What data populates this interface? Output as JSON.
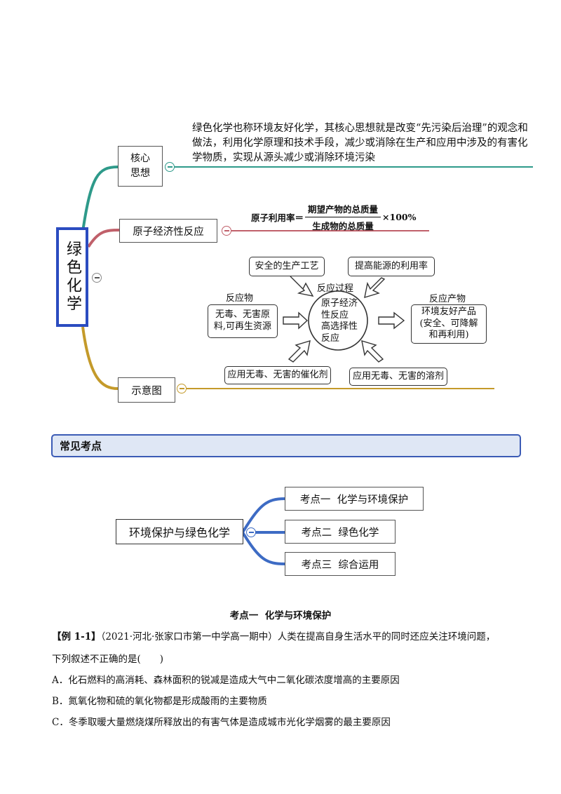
{
  "colors": {
    "teal": "#2e9a8a",
    "rose": "#c0606a",
    "gold": "#c49a2a",
    "blue": "#3d6bc4",
    "root_border": "#2b4cc0",
    "banner_bg": "#dfe7f5",
    "banner_border": "#3b5bb5"
  },
  "mindmap1": {
    "root": "绿色化学",
    "branch_core": "核心\n思想",
    "core_text": "绿色化学也称环境友好化学，其核心思想就是改变“先污染后治理”的观念和做法，利用化学原理和技术手段，减少或消除在生产和应用中涉及的有害化学物质，实现从源头减少或消除环境污染",
    "branch_atom": "原子经济性反应",
    "formula": {
      "lhs": "原子利用率＝",
      "numerator": "期望产物的总质量",
      "denominator": "生成物的总质量",
      "rhs": "×100%"
    },
    "branch_diagram": "示意图"
  },
  "diagram": {
    "top_left": "安全的生产工艺",
    "top_right": "提高能源的利用率",
    "process_label": "反应过程",
    "center": "原子经济\n性反应\n高选择性\n反应",
    "reactant_label": "反应物",
    "reactant_box": "无毒、无害原\n料,可再生资源",
    "product_label": "反应产物",
    "product_box": "环境友好产品\n(安全、可降解\n和再利用)",
    "bottom_left": "应用无毒、无害的催化剂",
    "bottom_right": "应用无毒、无害的溶剂"
  },
  "banner": {
    "title": "常见考点"
  },
  "mindmap2": {
    "root": "环境保护与绿色化学",
    "items": [
      "考点一  化学与环境保护",
      "考点二  绿色化学",
      "考点三  综合运用"
    ]
  },
  "section": {
    "heading": "考点一  化学与环境保护",
    "example_tag": "【例 1-1】",
    "example_line1": "（2021·河北·张家口市第一中学高一期中）人类在提高自身生活水平的同时还应关注环境问题，",
    "example_line2": "下列叙述不正确的是(　　)",
    "options": [
      "A．化石燃料的高消耗、森林面积的锐减是造成大气中二氧化碳浓度增高的主要原因",
      "B．氮氧化物和硫的氧化物都是形成酸雨的主要物质",
      "C．冬季取暖大量燃烧煤所释放出的有害气体是造成城市光化学烟雾的最主要原因"
    ]
  }
}
